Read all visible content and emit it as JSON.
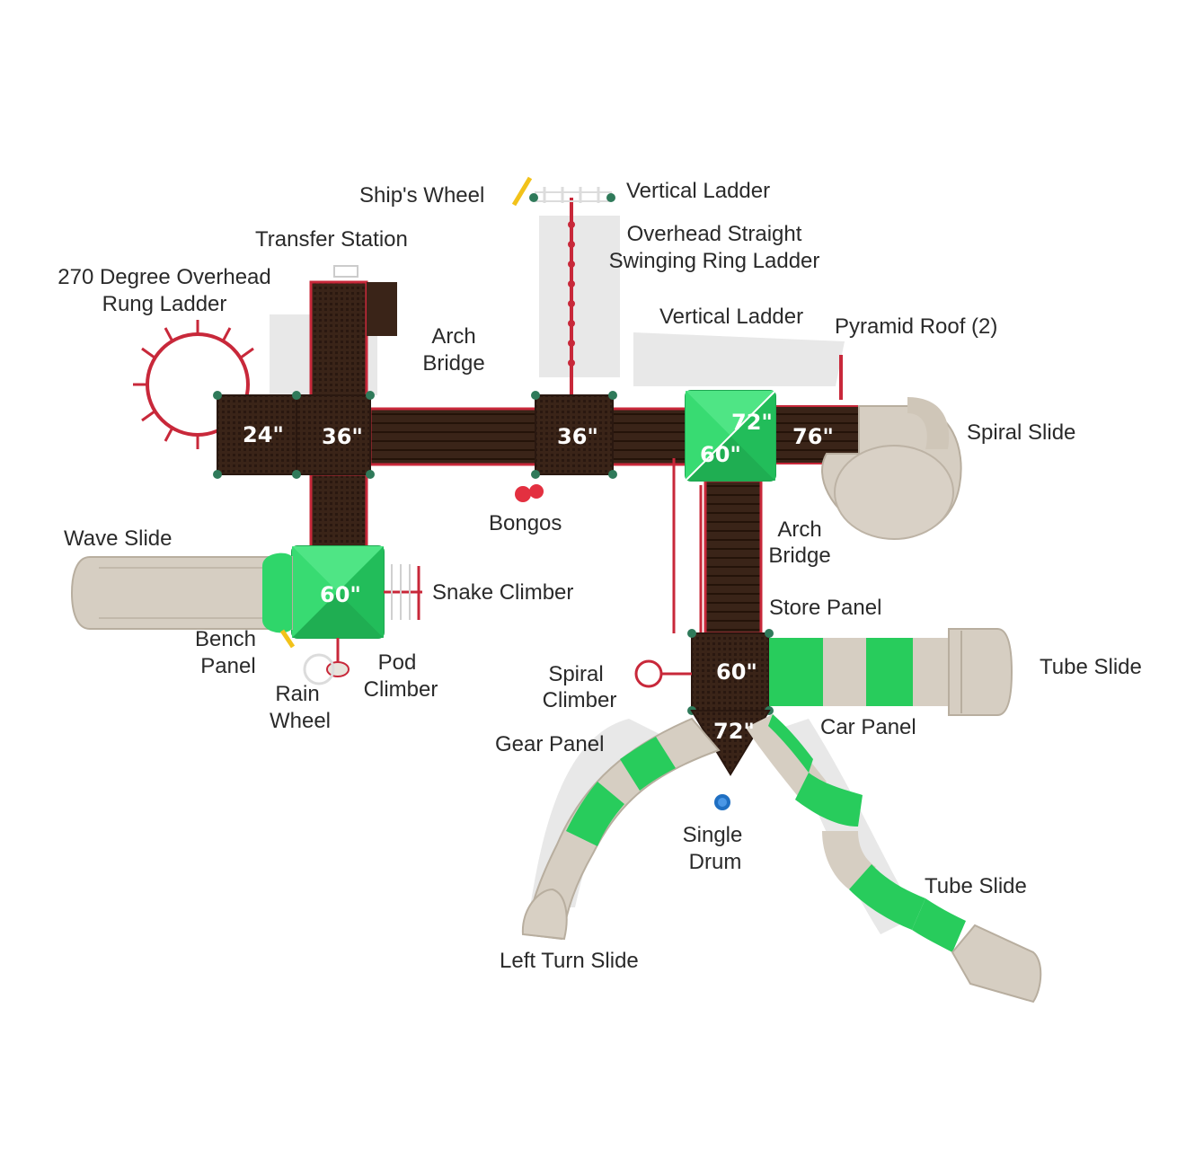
{
  "labels": {
    "ships_wheel": "Ship's Wheel",
    "vertical_ladder_top": "Vertical Ladder",
    "transfer_station": "Transfer Station",
    "overhead_ring_ladder_1": "Overhead Straight",
    "overhead_ring_ladder_2": "Swinging Ring Ladder",
    "rung_ladder_1": "270 Degree Overhead",
    "rung_ladder_2": "Rung Ladder",
    "arch_bridge_top_1": "Arch",
    "arch_bridge_top_2": "Bridge",
    "vertical_ladder_right": "Vertical Ladder",
    "pyramid_roof": "Pyramid Roof (2)",
    "spiral_slide": "Spiral Slide",
    "bongos": "Bongos",
    "arch_bridge_right_1": "Arch",
    "arch_bridge_right_2": "Bridge",
    "wave_slide": "Wave Slide",
    "snake_climber": "Snake Climber",
    "store_panel": "Store Panel",
    "bench_panel_1": "Bench",
    "bench_panel_2": "Panel",
    "pod_climber_1": "Pod",
    "pod_climber_2": "Climber",
    "spiral_climber_1": "Spiral",
    "spiral_climber_2": "Climber",
    "tube_slide_right": "Tube Slide",
    "rain_wheel_1": "Rain",
    "rain_wheel_2": "Wheel",
    "car_panel": "Car Panel",
    "gear_panel": "Gear Panel",
    "single_drum_1": "Single",
    "single_drum_2": "Drum",
    "tube_slide_bottom": "Tube Slide",
    "left_turn_slide": "Left Turn Slide"
  },
  "heights": {
    "deck_24": "24\"",
    "deck_36_left": "36\"",
    "deck_36_mid": "36\"",
    "deck_72_upper": "72\"",
    "deck_60_upper": "60\"",
    "deck_76": "76\"",
    "deck_60_left": "60\"",
    "deck_60_lower": "60\"",
    "deck_72_lower": "72\""
  },
  "colors": {
    "deck": "#3a2418",
    "roof_green": "#2fd66a",
    "frame_red": "#c8283a",
    "slide_tan": "#d6cec2",
    "tube_green": "#28cc5c"
  }
}
